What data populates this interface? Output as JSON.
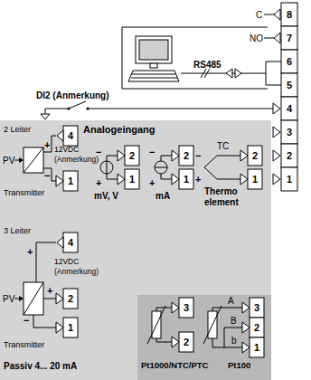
{
  "diagram": {
    "nodes": [
      {
        "text": [
          "Analogeingang"
        ]
      },
      {
        "text": [
          "Pt1000/NTC/PTC",
          "Pt100"
        ],
        "in": 0
      }
    ],
    "labels": [
      "C",
      "8",
      "NO",
      "7",
      "RS485",
      "6",
      "5",
      "DI2 (Anmerkung)",
      "4",
      "3",
      "2",
      "1",
      "2 Leiter",
      "4",
      "12VDC",
      "(Anmerkung)",
      "1",
      "+",
      "−",
      "PV",
      "Transmitter",
      "−",
      "2",
      "+",
      "1",
      "mV, V",
      "−",
      "2",
      "+",
      "1",
      "mA",
      "TC",
      "−",
      "2",
      "+",
      "1",
      "Thermo element",
      "3 Leiter",
      "4",
      "12VDC",
      "(Anmerkung)",
      "2",
      "1",
      "+",
      "+",
      "−",
      "PV",
      "Transmitter",
      "Passiv 4... 20 mA",
      "3",
      "2",
      "A",
      "3",
      "B",
      "2",
      "b",
      "1"
    ]
  }
}
